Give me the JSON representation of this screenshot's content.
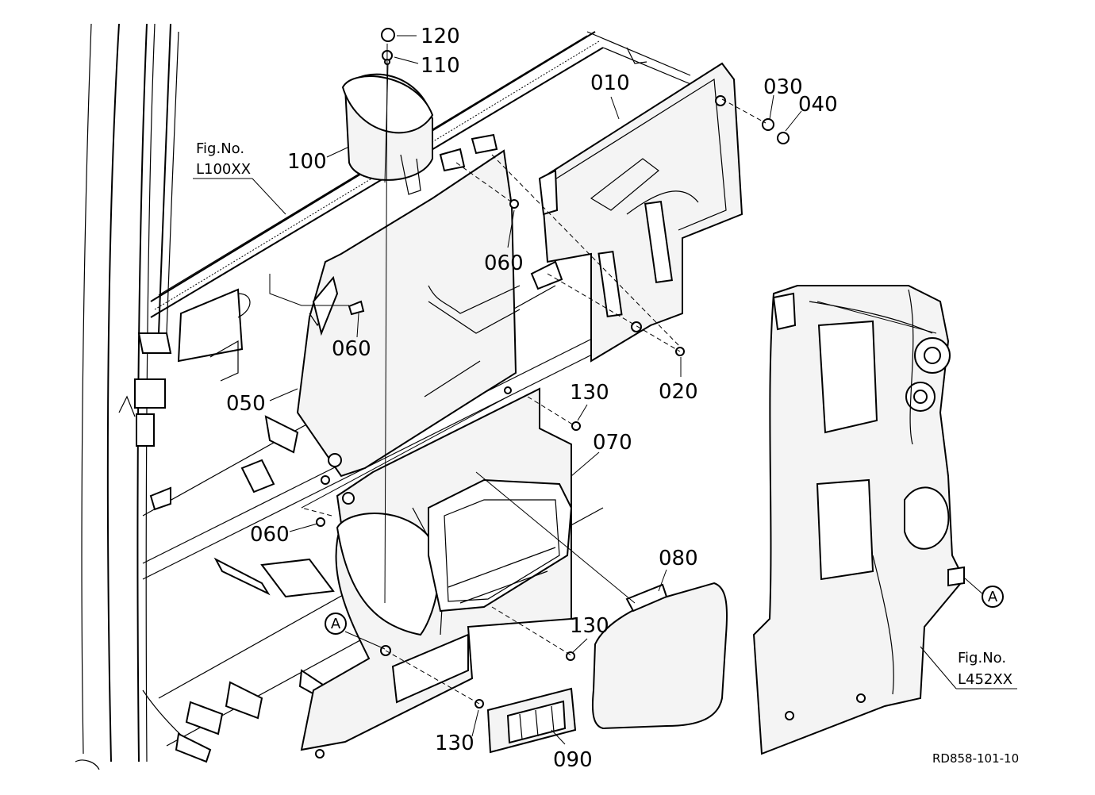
{
  "colors": {
    "line": "#000000",
    "panel_fill": "#f4f4f4",
    "background": "#ffffff"
  },
  "figure_refs": [
    {
      "prefix": "Fig.No.",
      "code": "L100XX"
    },
    {
      "prefix": "Fig.No.",
      "code": "L452XX"
    }
  ],
  "part_labels": {
    "p010": "010",
    "p020": "020",
    "p030": "030",
    "p040": "040",
    "p050": "050",
    "p060a": "060",
    "p060b": "060",
    "p060c": "060",
    "p070": "070",
    "p080": "080",
    "p090": "090",
    "p100": "100",
    "p110": "110",
    "p120": "120",
    "p130a": "130",
    "p130b": "130",
    "p130c": "130"
  },
  "callouts": {
    "a_left": "A",
    "a_right": "A"
  },
  "drawing_id": "RD858-101-10"
}
